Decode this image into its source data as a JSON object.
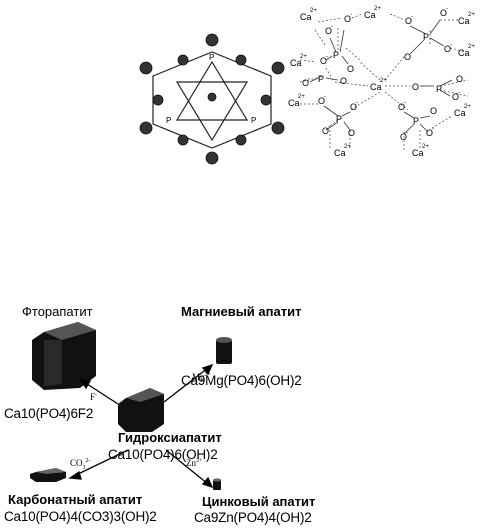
{
  "top_left_diagram": {
    "labels": [
      "P",
      "P",
      "P"
    ]
  },
  "top_right_structure": {
    "ca": "Ca",
    "ca_charge": "2+",
    "p": "P",
    "o": "O",
    "o_charge": "-"
  },
  "apatites": {
    "fluor": {
      "name": "Фторапатит",
      "formula": "Ca10(PO4)6F2",
      "ion": "F"
    },
    "magnesium": {
      "name": "Магниевый апатит",
      "formula": "Ca9Mg(PO4)6(OH)2",
      "ion": "Mg",
      "ion_charge": "2+"
    },
    "hydroxy": {
      "name": "Гидроксиапатит",
      "formula": "Ca10(PO4)6(OH)2"
    },
    "carbonate": {
      "name": "Карбонатный апатит",
      "formula": "Ca10(PO4)4(CO3)3(OH)2",
      "ion": "CO",
      "ion_sub": "3",
      "ion_charge": "2-"
    },
    "zinc": {
      "name": "Цинковый апатит",
      "formula": "Ca9Zn(PO4)4(OH)2",
      "ion": "Zn",
      "ion_charge": "2+"
    }
  }
}
